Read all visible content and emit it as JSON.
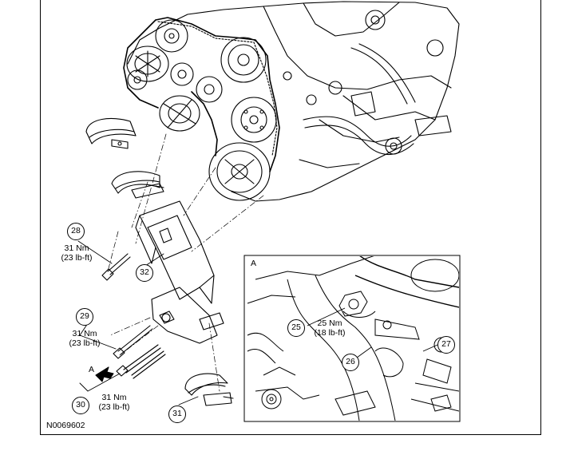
{
  "figure": {
    "figure_id": "N0069602",
    "view_arrow_label": "A",
    "detail_view_label": "A"
  },
  "callouts": {
    "c25": {
      "number": "25",
      "torque_nm": "25 Nm",
      "torque_lbft": "(18 lb-ft)"
    },
    "c26": {
      "number": "26"
    },
    "c27": {
      "number": "27"
    },
    "c28": {
      "number": "28",
      "torque_nm": "31 Nm",
      "torque_lbft": "(23 lb-ft)"
    },
    "c29": {
      "number": "29",
      "torque_nm": "31 Nm",
      "torque_lbft": "(23 lb-ft)"
    },
    "c30": {
      "number": "30",
      "torque_nm": "31 Nm",
      "torque_lbft": "(23 lb-ft)"
    },
    "c31": {
      "number": "31"
    },
    "c32": {
      "number": "32"
    }
  },
  "colors": {
    "line": "#000000",
    "background": "#ffffff",
    "shade": "#e6e6e6"
  }
}
